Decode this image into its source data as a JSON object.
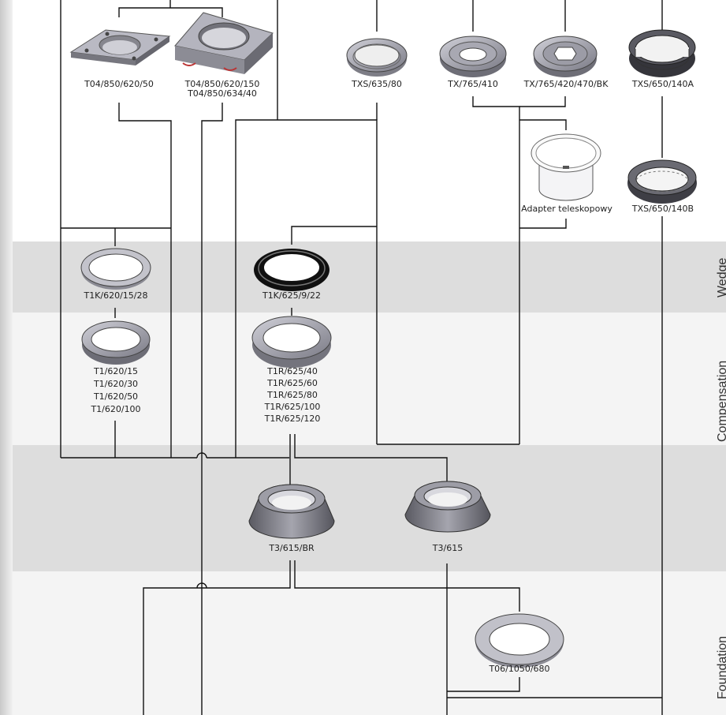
{
  "band_colors": {
    "shaded": "#dddddd",
    "light": "#f4f4f4"
  },
  "section_labels": {
    "wedge": "Wedge",
    "compensation": "Compensation",
    "foundation": "Foundation"
  },
  "parts": {
    "t04_850_620_50": "T04/850/620/50",
    "t04_850_620_150": "T04/850/620/150\nT04/850/634/40",
    "txs_635_80": "TXS/635/80",
    "tx_765_410": "TX/765/410",
    "tx_765_420_470_bk": "TX/765/420/470/BK",
    "txs_650_140a": "TXS/650/140A",
    "adapter": "Adapter teleskopowy",
    "txs_650_140b": "TXS/650/140B",
    "t1k_620_15_28": "T1K/620/15/28",
    "t1k_625_9_22": "T1K/625/9/22",
    "t1_620": "T1/620/15\nT1/620/30\nT1/620/50\nT1/620/100",
    "t1r_625": "T1R/625/40\nT1R/625/60\nT1R/625/80\nT1R/625/100\nT1R/625/120",
    "t3_615_br": "T3/615/BR",
    "t3_615": "T3/615",
    "t06_1050_680": "T06/1050/680"
  }
}
